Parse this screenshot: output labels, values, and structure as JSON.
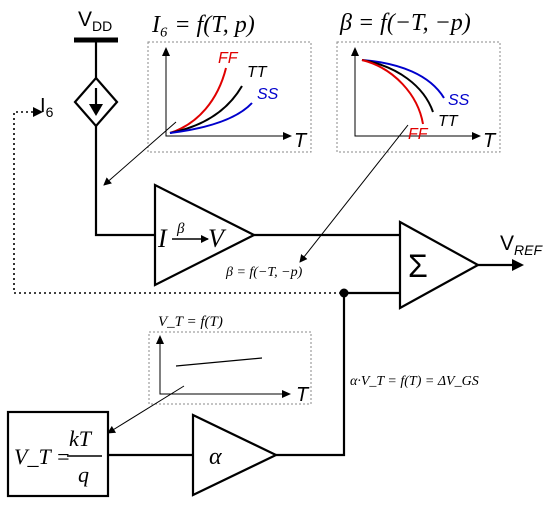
{
  "supply": {
    "main": "V",
    "sub": "DD"
  },
  "current_source": {
    "main": "I",
    "sub": "6"
  },
  "i6_formula": "I₆ = f(T, p)",
  "beta_formula": "β = f(−T, −p)",
  "i6_inset": {
    "axis_label": "T",
    "series": [
      {
        "name": "FF",
        "color": "#e00000"
      },
      {
        "name": "TT",
        "color": "#000000"
      },
      {
        "name": "SS",
        "color": "#0000cc"
      }
    ]
  },
  "beta_inset": {
    "axis_label": "T",
    "series": [
      {
        "name": "SS",
        "color": "#0000cc"
      },
      {
        "name": "TT",
        "color": "#000000"
      },
      {
        "name": "FF",
        "color": "#e00000"
      }
    ]
  },
  "converter": {
    "i_label": "I",
    "beta_label": "β",
    "v_label": "V"
  },
  "converter_note": "β = f(−T, −p)",
  "summer": {
    "symbol": "Σ"
  },
  "output": {
    "main": "V",
    "sub": "REF"
  },
  "vt_inset": {
    "title": "V_T = f(T)",
    "axis_label": "T"
  },
  "vt_block": {
    "lhs": "V_T =",
    "numerator": "kT",
    "denominator": "q"
  },
  "alpha_block": {
    "label": "α"
  },
  "alpha_note": "α·V_T = f(T) = ΔV_GS"
}
